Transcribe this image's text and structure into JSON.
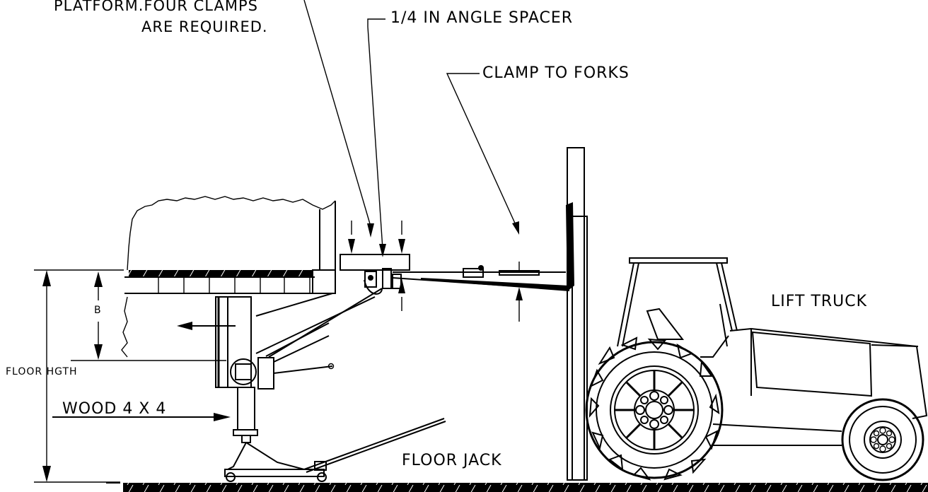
{
  "labels": {
    "clamp_note_line1": "PLATFORM.FOUR CLAMPS",
    "clamp_note_line2": "ARE REQUIRED.",
    "angle_spacer": "1/4 IN ANGLE SPACER",
    "clamp_to_forks": "CLAMP TO FORKS",
    "lift_truck": "LIFT TRUCK",
    "dim_b": "B",
    "floor_height": "FLOOR HGTH",
    "wood": "WOOD 4 X 4",
    "floor_jack": "FLOOR JACK"
  }
}
